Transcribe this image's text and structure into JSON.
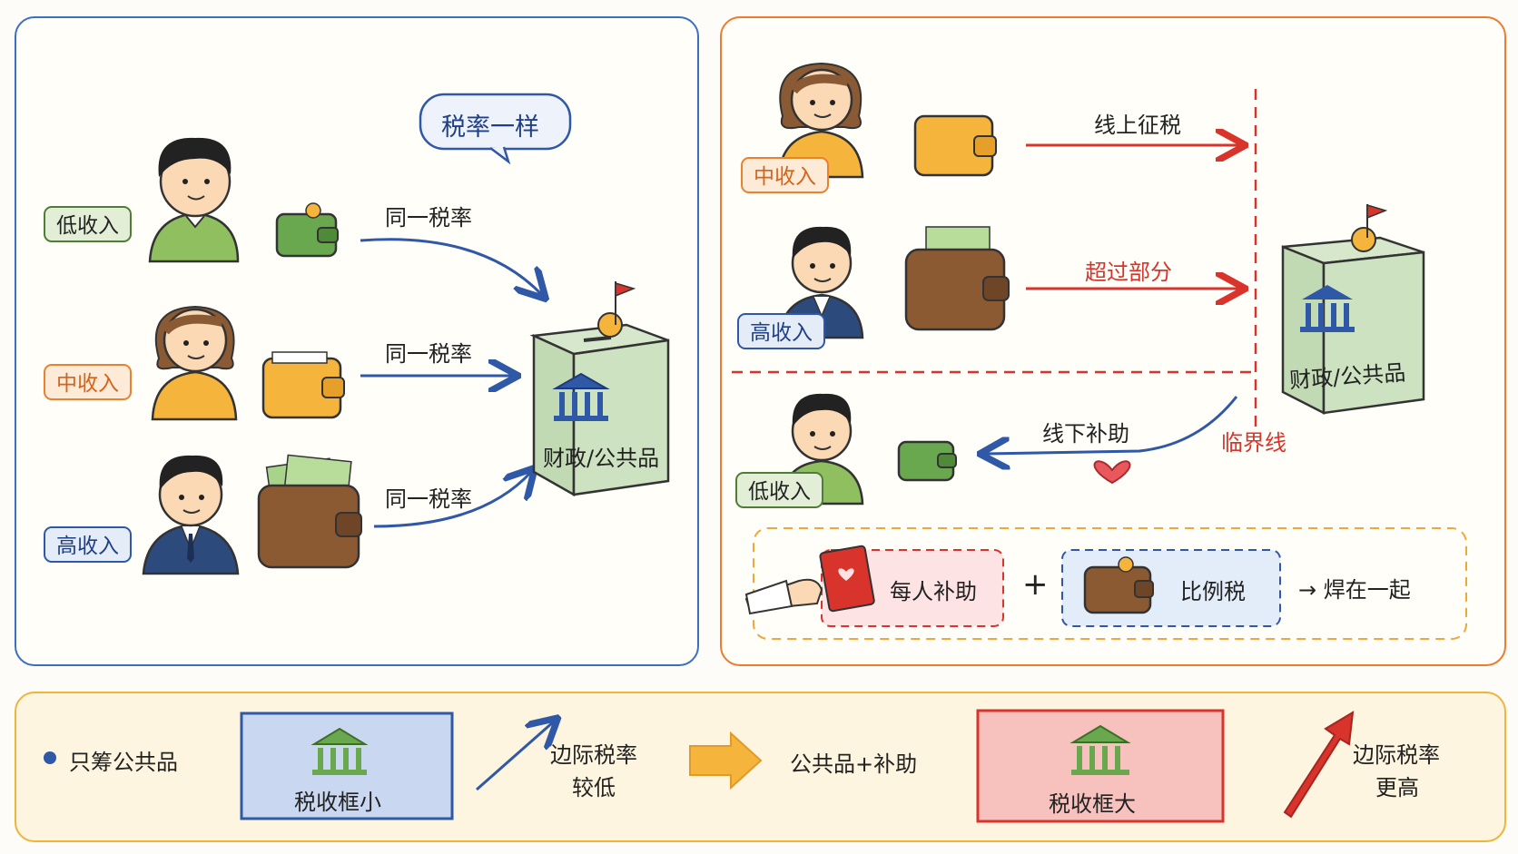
{
  "left": {
    "bubble": "税率一样",
    "rows": [
      {
        "tag": "低收入",
        "arrow_label": "同一税率"
      },
      {
        "tag": "中收入",
        "arrow_label": "同一税率"
      },
      {
        "tag": "高收入",
        "arrow_label": "同一税率"
      }
    ],
    "box_label": "财政/公共品"
  },
  "right": {
    "mid_tag": "中收入",
    "mid_arrow": "线上征税",
    "high_tag": "高收入",
    "high_arrow": "超过部分",
    "low_tag": "低收入",
    "low_arrow": "线下补助",
    "threshold": "临界线",
    "box_label": "财政/公共品",
    "combo": {
      "subsidy": "每人补助",
      "plus": "+",
      "flat": "比例税",
      "result": "→ 焊在一起"
    }
  },
  "bottom": {
    "bullet": "只筹公共品",
    "small_box": "税收框小",
    "low_rate": [
      "边际税率",
      "较低"
    ],
    "mid_text": "公共品+补助",
    "big_box": "税收框大",
    "high_rate": [
      "边际税率",
      "更高"
    ]
  },
  "colors": {
    "blue": "#2f58a6",
    "orange": "#ee7a2e",
    "red": "#d9342b",
    "green": "#6aa84f",
    "yellow": "#efb43a"
  }
}
